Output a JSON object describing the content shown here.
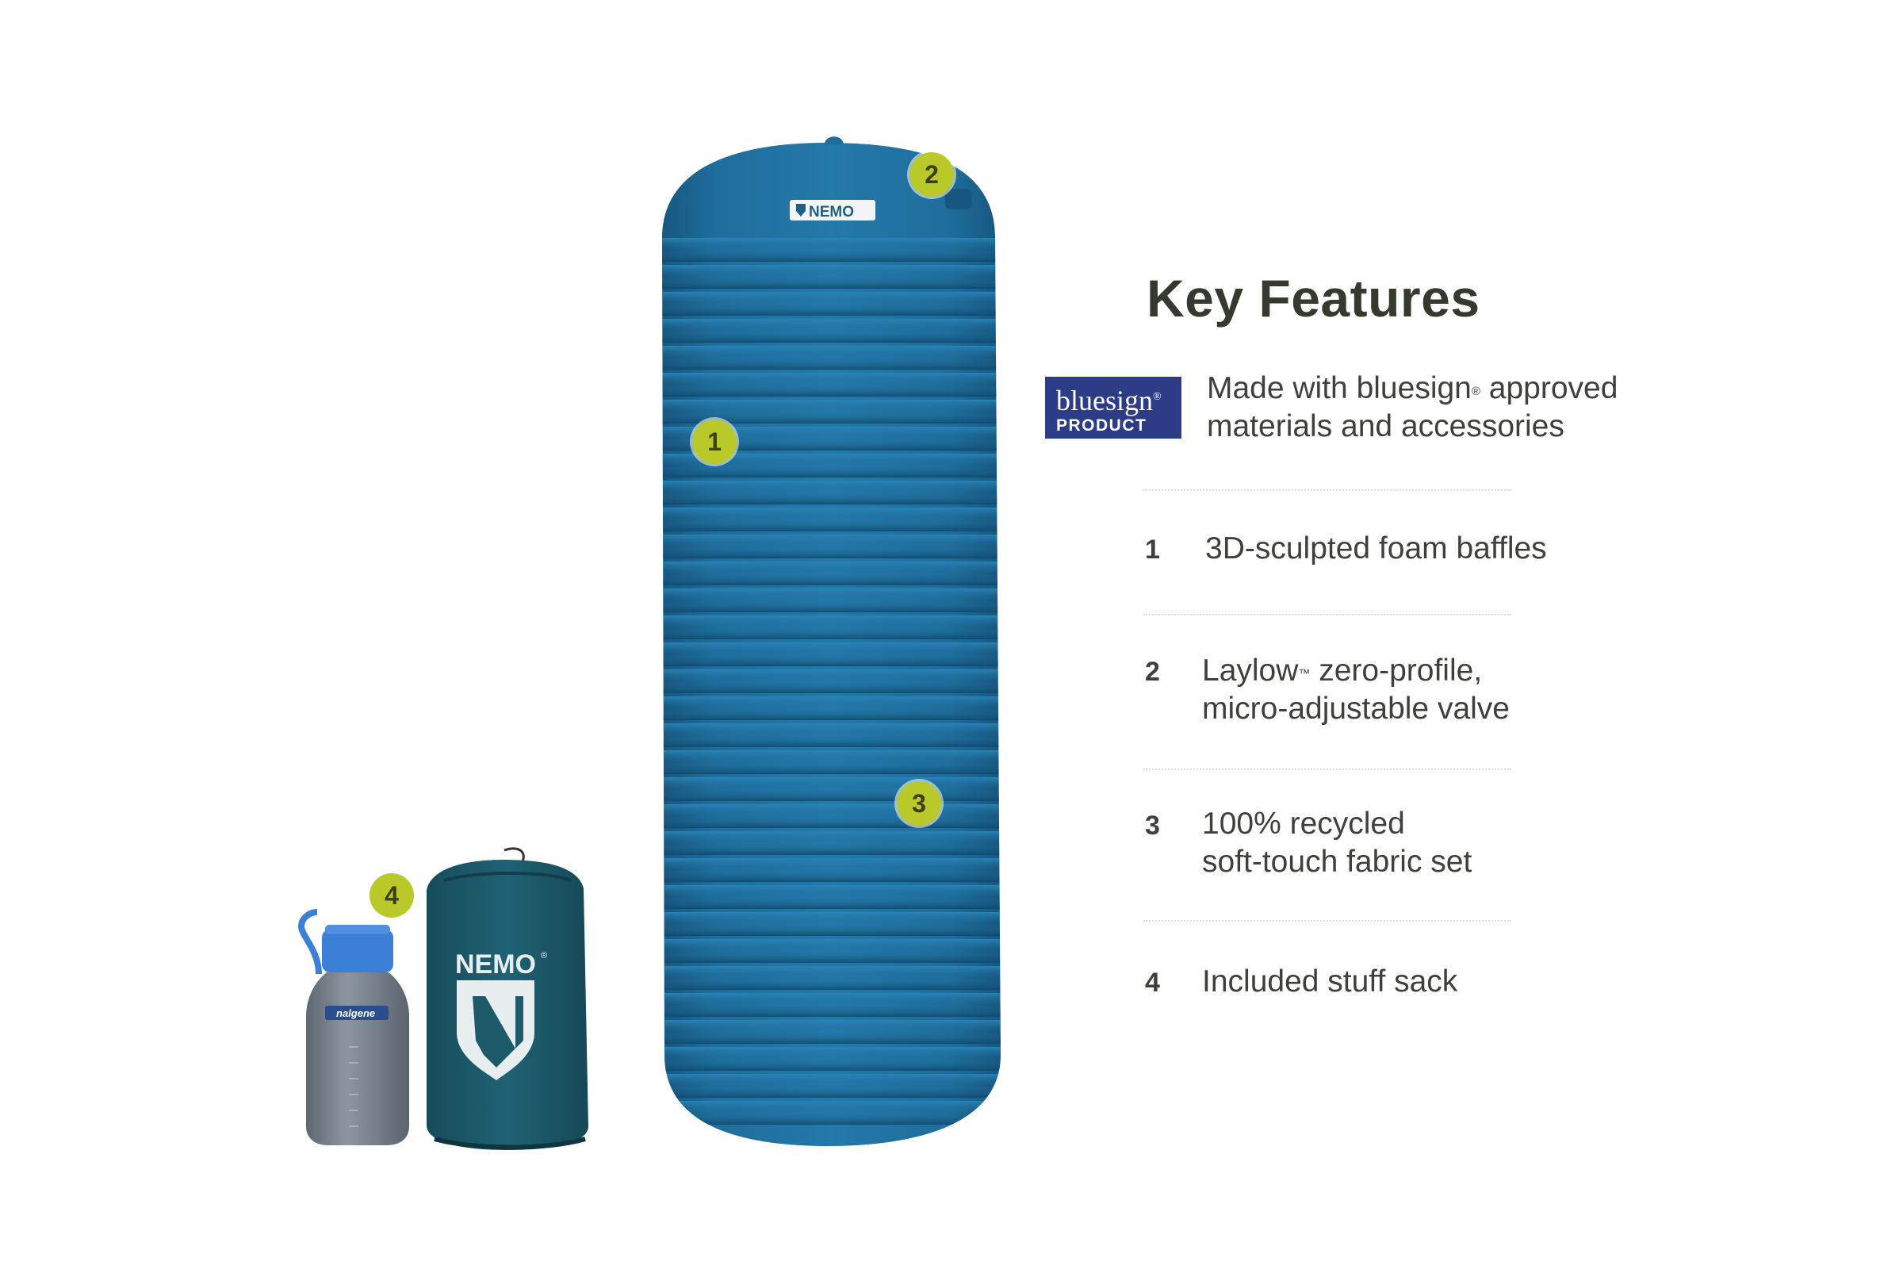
{
  "heading": "Key Features",
  "bluesign_badge": {
    "word": "bluesign",
    "mark": "®",
    "subtitle": "PRODUCT",
    "color": "#2d3c87"
  },
  "features": [
    {
      "number": "",
      "line1_a": "Made with bluesign",
      "line1_mark": "®",
      "line1_b": " approved",
      "line2": "materials and accessories"
    },
    {
      "number": "1",
      "line1": "3D-sculpted foam baffles"
    },
    {
      "number": "2",
      "line1_a": "Laylow",
      "line1_mark": "™",
      "line1_b": " zero-profile,",
      "line2": "micro-adjustable valve"
    },
    {
      "number": "3",
      "line1": "100% recycled",
      "line2": "soft-touch fabric set"
    },
    {
      "number": "4",
      "line1": "Included stuff sack"
    }
  ],
  "callouts": [
    "1",
    "2",
    "3",
    "4"
  ],
  "brand": {
    "pad_logo": "NEMO",
    "sack_logo": "NEMO",
    "sack_mark": "®",
    "bottle_label": "nalgene"
  },
  "colors": {
    "pad": "#1f6b9a",
    "sack": "#1d5a6a",
    "callout": "#b9c92a",
    "heading": "#343a2e"
  }
}
